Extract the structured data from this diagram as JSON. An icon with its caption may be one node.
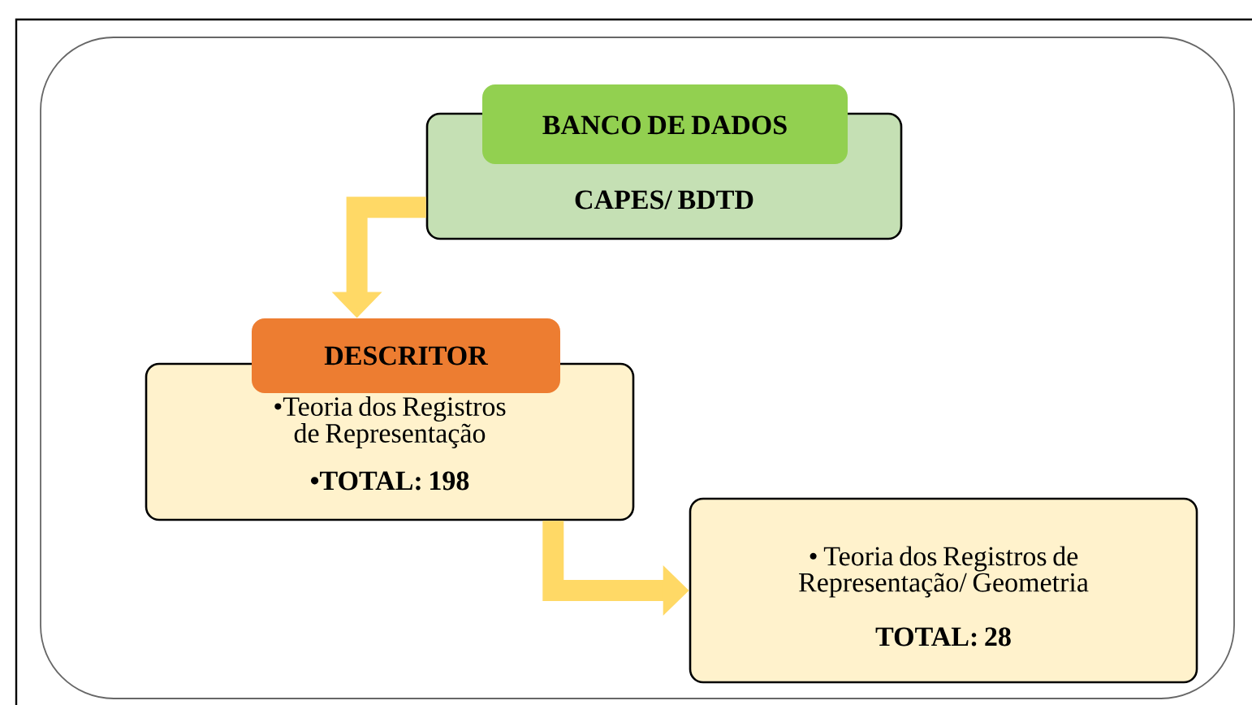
{
  "diagram": {
    "nodes": [
      {
        "text": [
          "BANCO DE DADOS"
        ]
      },
      {
        "text": [
          "CAPES/ BDTD"
        ]
      },
      {
        "text": [
          "DESCRITOR"
        ]
      },
      {
        "text": [
          "•Teoria dos Registros de Representação",
          "•TOTAL: 198"
        ]
      },
      {
        "text": [
          "• Teoria dos Registros de Representação/ Geometria",
          "TOTAL: 28"
        ]
      }
    ],
    "edges": [
      {
        "from": 1,
        "to": 2,
        "arrow": "to"
      },
      {
        "from": 3,
        "to": 4,
        "arrow": "to"
      }
    ]
  }
}
